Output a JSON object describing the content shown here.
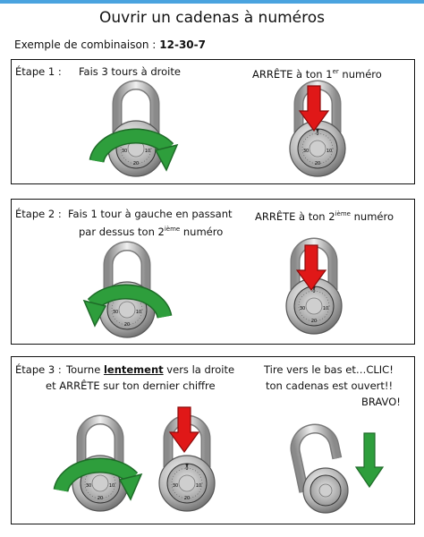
{
  "title": "Ouvrir un cadenas à numéros",
  "example": {
    "label": "Exemple de combinaison :",
    "combination": "12-30-7"
  },
  "step1": {
    "label": "Étape 1 :",
    "instruction": "Fais 3 tours à droite",
    "stop_prefix": "ARRÊTE  à  ton 1",
    "stop_sup": "er",
    "stop_suffix": " numéro"
  },
  "step2": {
    "label": "Étape 2 :",
    "instruction_line1": "Fais 1 tour à gauche en passant",
    "instruction_line2_prefix": "par dessus ton 2",
    "instruction_line2_sup": "ième",
    "instruction_line2_suffix": " numéro",
    "stop_prefix": "ARRÊTE à ton 2",
    "stop_sup": "ième",
    "stop_suffix": "  numéro"
  },
  "step3": {
    "label": "Étape 3 :",
    "instruction_prefix": "Tourne ",
    "instruction_emphasis": "lentement",
    "instruction_suffix": " vers la droite",
    "instruction_line2": "et ARRÊTE sur ton dernier chiffre",
    "pull_line1": "Tire vers le bas et…CLIC!",
    "pull_line2": "ton cadenas est ouvert!!",
    "bravo": "BRAVO!"
  },
  "colors": {
    "green_arrow": "#2e9e3c",
    "red_arrow": "#e01818",
    "accent_bar": "#4aa3df"
  },
  "icons": [
    "padlock-icon",
    "green-rotate-arrow-icon",
    "red-down-arrow-icon",
    "green-down-arrow-icon",
    "open-padlock-icon"
  ]
}
